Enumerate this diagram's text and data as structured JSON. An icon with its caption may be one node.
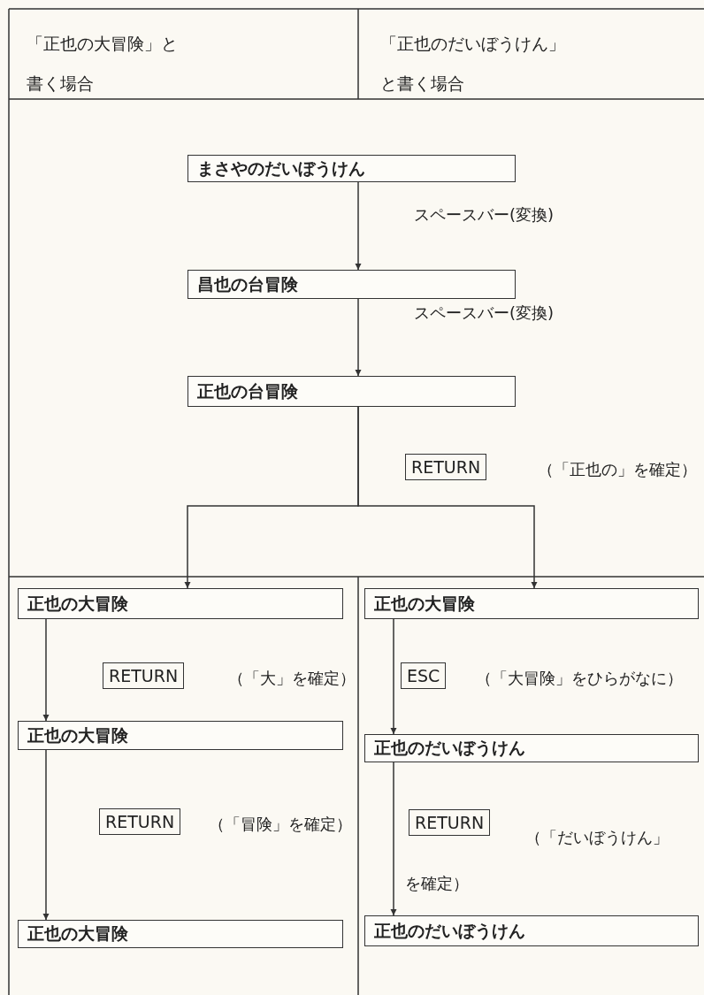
{
  "diagram": {
    "nodes": [
      {
        "text": [
          "まさやのだいぼうけん"
        ]
      },
      {
        "text": [
          "昌也の台冒険"
        ]
      },
      {
        "text": [
          "正也の台冒険"
        ]
      },
      {
        "text": [
          "正也の大冒険"
        ]
      },
      {
        "text": [
          "正也の大冒険"
        ]
      },
      {
        "text": [
          "正也の大冒険"
        ]
      },
      {
        "text": [
          "正也の大冒険"
        ]
      },
      {
        "text": [
          "正也のだいぼうけん"
        ]
      },
      {
        "text": [
          "正也のだいぼうけん"
        ]
      }
    ],
    "edges": [
      {
        "from": 0,
        "to": 1,
        "arrow": "to",
        "label": "スペースバー(変換)"
      },
      {
        "from": 1,
        "to": 2,
        "arrow": "to",
        "label": "スペースバー(変換)"
      },
      {
        "from": 2,
        "to": 3,
        "arrow": "to",
        "label": "RETURN"
      },
      {
        "from": 2,
        "to": 6,
        "arrow": "to"
      },
      {
        "from": 3,
        "to": 4,
        "arrow": "to",
        "label": "RETURN"
      },
      {
        "from": 4,
        "to": 5,
        "arrow": "to",
        "label": "RETURN"
      },
      {
        "from": 6,
        "to": 7,
        "arrow": "to",
        "label": "ESC"
      },
      {
        "from": 7,
        "to": 8,
        "arrow": "to",
        "label": "RETURN"
      }
    ],
    "labels": [
      "「正也の大冒険」と書く場合",
      "「正也のだいぼうけん」と書く場合",
      "（「正也の」を確定）",
      "（「大」を確定）",
      "（「大冒険」をひらがなに）",
      "（「冒険」を確定）",
      "（「だいぼうけん」を確定）"
    ]
  }
}
